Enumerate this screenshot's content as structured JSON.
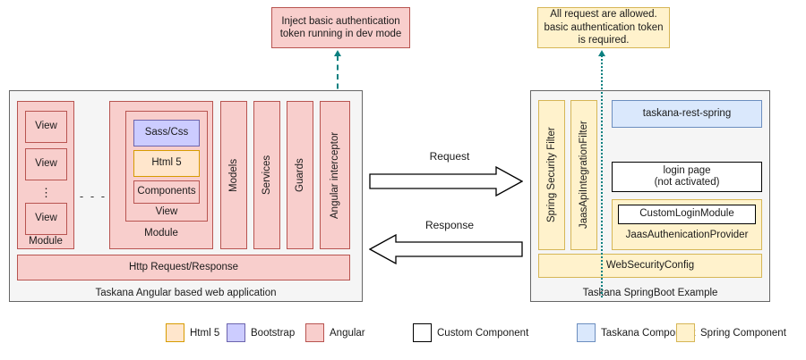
{
  "callouts": {
    "left": "Inject basic authentication token running in dev mode",
    "right": "All request are allowed. basic authentication token is required."
  },
  "left_panel": {
    "caption": "Taskana Angular based web application",
    "module_a": {
      "label": "Module",
      "views": [
        "View",
        "View",
        "View"
      ],
      "ellipsis": "⋮"
    },
    "separator": "- - -",
    "module_b": {
      "label": "Module",
      "view_label": "View",
      "items": [
        {
          "label": "Sass/Css",
          "style": "bootstrap"
        },
        {
          "label": "Html 5",
          "style": "html5"
        },
        {
          "label": "Components",
          "style": "angular"
        }
      ]
    },
    "columns": [
      "Models",
      "Services",
      "Guards",
      "Angular interceptor"
    ],
    "http_bar": "Http Request/Response"
  },
  "flow": {
    "request": "Request",
    "response": "Response"
  },
  "right_panel": {
    "caption": "Taskana SpringBoot Example",
    "filters": [
      "Spring Security Filter",
      "JaasApiIntegrationFilter"
    ],
    "rest": "taskana-rest-spring",
    "login_page_line1": "login page",
    "login_page_line2": "(not activated)",
    "auth_provider": {
      "inner": "CustomLoginModule",
      "label": "JaasAuthenicationProvider"
    },
    "web_security_config": "WebSecurityConfig"
  },
  "legend": [
    {
      "label": "Html 5",
      "style": "html5"
    },
    {
      "label": "Bootstrap",
      "style": "bootstrap"
    },
    {
      "label": "Angular",
      "style": "angular"
    },
    {
      "label": "Custom Component",
      "style": "custom"
    },
    {
      "label": "Taskana Component",
      "style": "taskana"
    },
    {
      "label": "Spring Component",
      "style": "spring"
    }
  ],
  "colors": {
    "angular_fill": "#f8cecc",
    "angular_stroke": "#b85450",
    "html5_fill": "#ffe6cc",
    "html5_stroke": "#d79b00",
    "bootstrap_fill": "#ccccff",
    "bootstrap_stroke": "#6c64ad",
    "spring_fill": "#fff2cc",
    "spring_stroke": "#d6b656",
    "taskana_fill": "#dae8fc",
    "taskana_stroke": "#6c8ebf",
    "custom_fill": "#ffffff",
    "custom_stroke": "#000000",
    "panel_fill": "#f5f5f5",
    "panel_stroke": "#666666",
    "connector": "#0a8080"
  }
}
